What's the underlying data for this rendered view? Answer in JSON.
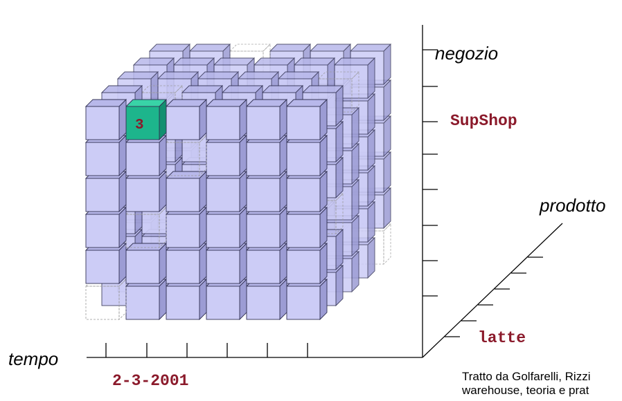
{
  "axes": {
    "time": {
      "title": "tempo",
      "highlight": "2-3-2001"
    },
    "store": {
      "title": "negozio",
      "highlight": "SupShop"
    },
    "product": {
      "title": "prodotto",
      "highlight": "latte"
    }
  },
  "highlighted_cell": {
    "value": "3"
  },
  "credit": {
    "line1": "Tratto da Golfarelli, Rizzi",
    "line2": "warehouse, teoria e prat"
  },
  "colors": {
    "cube_front": "#ccccf6",
    "cube_top": "#b8b8ea",
    "cube_side": "#9c9cd4",
    "cube_edge": "#333355",
    "highlight_front": "#1db58c",
    "highlight_top": "#39d3a7",
    "highlight_side": "#129070",
    "axis": "#000000"
  }
}
